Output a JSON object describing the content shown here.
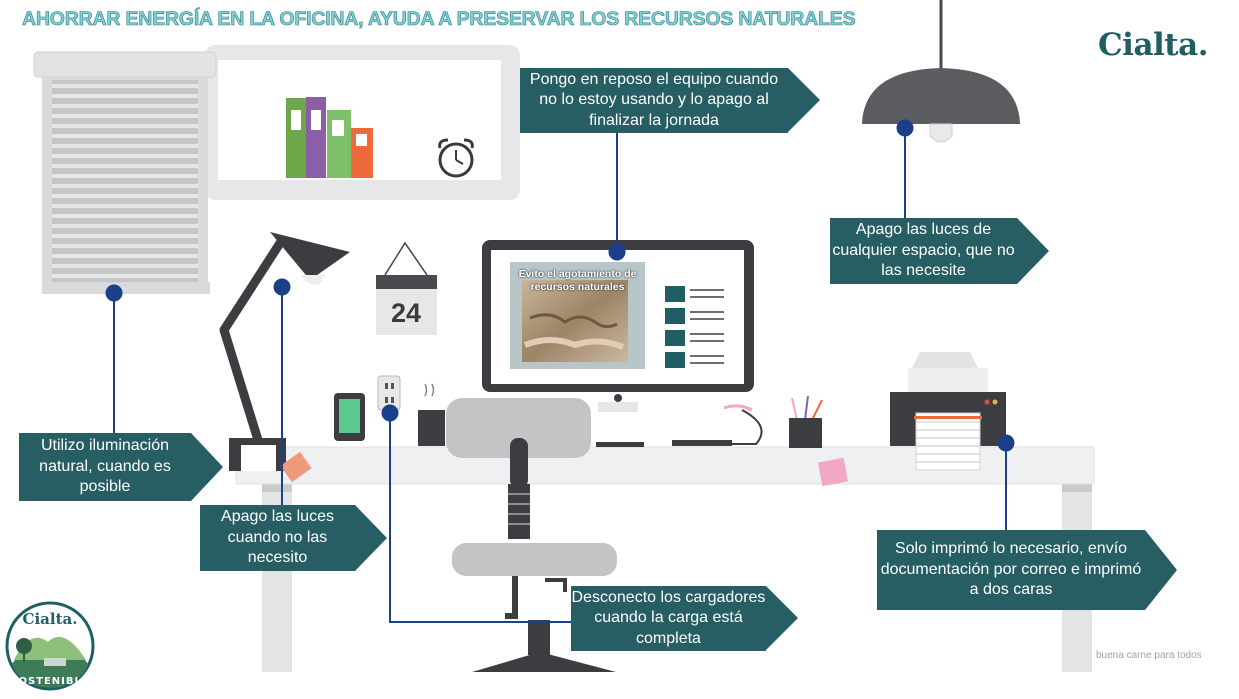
{
  "title": "AHORRAR ENERGÍA EN LA OFICINA, AYUDA A PRESERVAR LOS RECURSOS NATURALES",
  "brand": "Cialta.",
  "callouts": {
    "monitor": "Pongo en reposo el equipo cuando no lo estoy usando y lo apago al finalizar la jornada",
    "ceiling_lamp": "Apago las luces de cualquier espacio, que no las necesite",
    "window_light": "Utilizo iluminación natural, cuando es posible",
    "desk_lamp": "Apago las luces cuando no las necesito",
    "chargers": "Desconecto los cargadores cuando la carga está completa",
    "printer": "Solo imprimó lo necesario, envío documentación por correo e imprimó a dos caras"
  },
  "screen_text": "Evito el agotamiento de recursos naturales",
  "calendar_day": "24",
  "badge": {
    "top": "Cialta.",
    "bottom": "SOSTENIBLE"
  },
  "footer": "buena carne para todos",
  "colors": {
    "callout_bg": "#265e63",
    "title_fill": "#7fd0d4",
    "title_stroke": "#2d7e86",
    "connector": "#1c3f8a",
    "desk": "#eef0f1",
    "lamp": "#3c3d41"
  }
}
